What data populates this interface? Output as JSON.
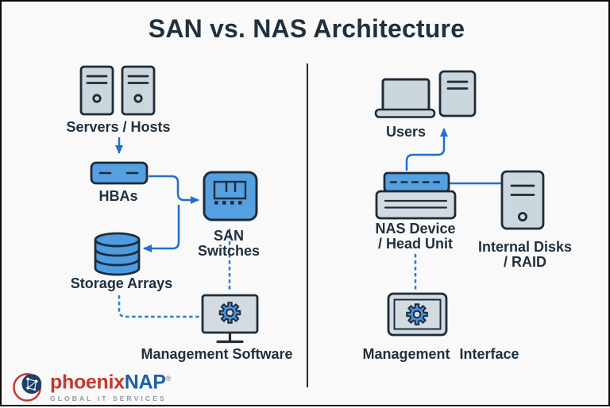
{
  "title": "SAN vs. NAS Architecture",
  "colors": {
    "background": "#f9f9f9",
    "outline_ink": "#1e2b3a",
    "device_gray_fill": "#ccd6dd",
    "panel_gray_fill": "#d3dbe1",
    "device_blue_fill": "#55a0e0",
    "connector_blue": "#1e6fd2",
    "dashed_blue": "#2d79d8",
    "gear_blue": "#4a93dc",
    "logo_red": "#c6372f",
    "logo_blue": "#1b5fa8",
    "tagline_gray": "#8f97a1"
  },
  "san_side": {
    "servers_label": "Servers / Hosts",
    "hbas_label": "HBAs",
    "switches_label_line1": "SAN",
    "switches_label_line2": "Switches",
    "storage_label": "Storage Arrays",
    "management_label": "Management Software"
  },
  "nas_side": {
    "users_label": "Users",
    "device_label_line1": "NAS Device",
    "device_label_line2": "/ Head Unit",
    "disks_label_line1": "Internal Disks",
    "disks_label_line2": "/ RAID",
    "management_label": "Management Interface"
  },
  "logo": {
    "brand_primary": "phoenix",
    "brand_secondary": "NAP",
    "trademark": "®",
    "tagline": "GLOBAL IT SERVICES"
  },
  "icons": {
    "server-tower-icon": "gray tower with vent lines and power dot",
    "hba-icon": "blue adapter bar with two dashes",
    "san-switch-icon": "blue square switch with port panel and dots",
    "storage-array-icon": "blue stacked database cylinder",
    "management-monitor-icon": "monitor with blue gear",
    "laptop-icon": "gray laptop",
    "desktop-tower-icon": "gray tower with vent lines",
    "nas-device-icon": "blue head unit on gray chassis",
    "internal-disks-icon": "gray tower with vents and power dot",
    "management-tablet-icon": "tablet with blue gear",
    "globe-network-icon": "red ring with navy networked globe"
  }
}
